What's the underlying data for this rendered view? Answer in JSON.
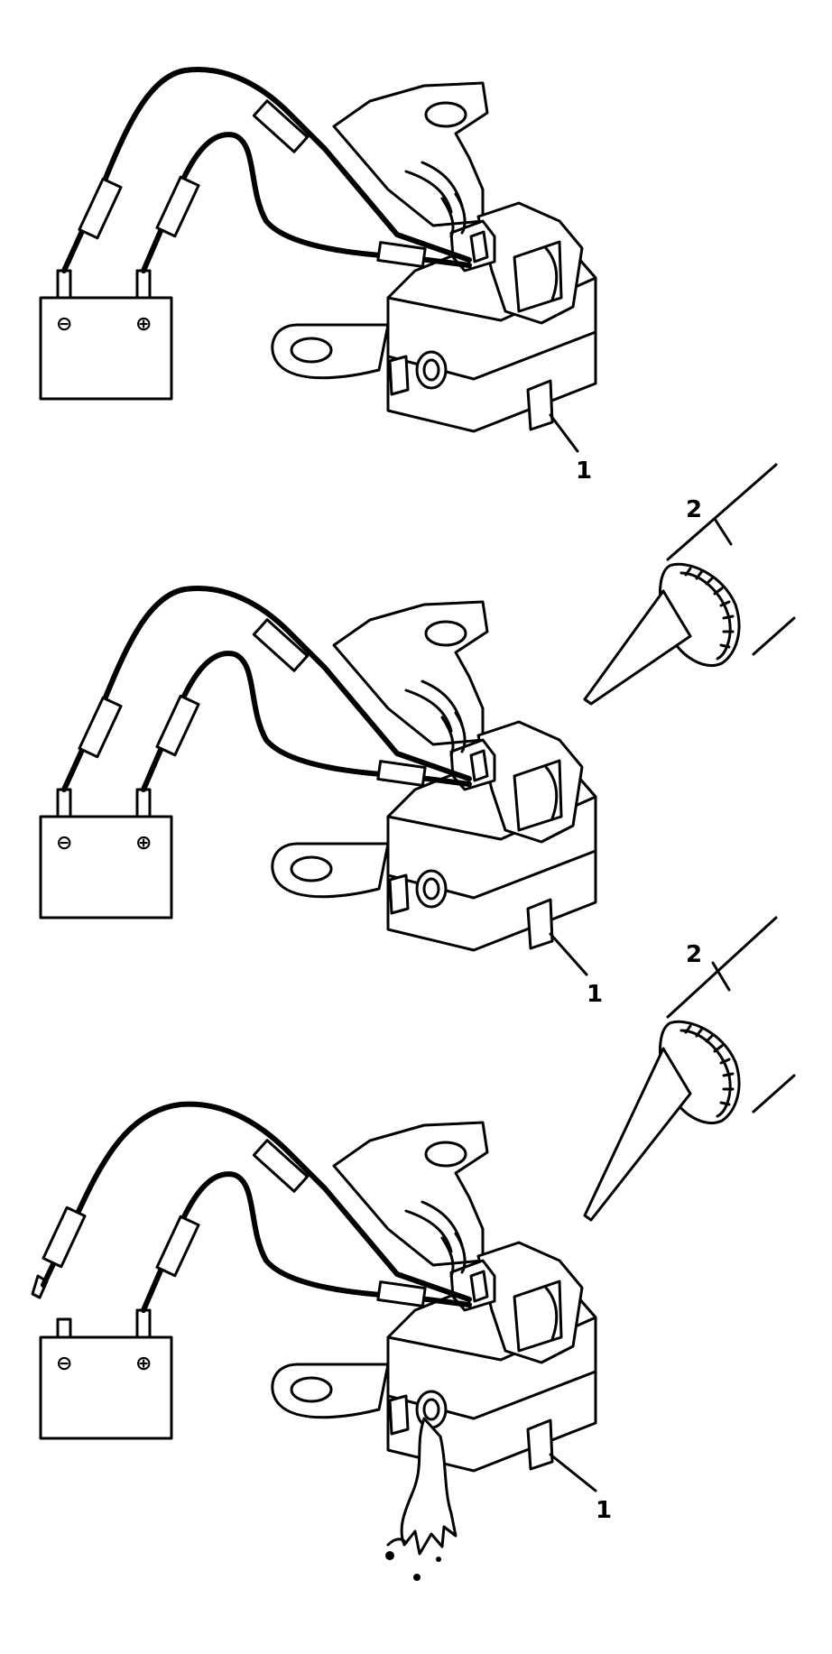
{
  "panels": [
    {
      "id": "panel-1",
      "battery": {
        "negative_symbol": "⊖",
        "positive_symbol": "⊕",
        "negative_connected": true
      },
      "callouts": {
        "unit": "1"
      },
      "tool": false,
      "fluid_escape": false
    },
    {
      "id": "panel-2",
      "battery": {
        "negative_symbol": "⊖",
        "positive_symbol": "⊕",
        "negative_connected": true
      },
      "callouts": {
        "unit": "1",
        "tool": "2"
      },
      "tool": true,
      "fluid_escape": false
    },
    {
      "id": "panel-3",
      "battery": {
        "negative_symbol": "⊖",
        "positive_symbol": "⊕",
        "negative_connected": false
      },
      "callouts": {
        "unit": "1",
        "tool": "2"
      },
      "tool": true,
      "fluid_escape": true
    }
  ]
}
